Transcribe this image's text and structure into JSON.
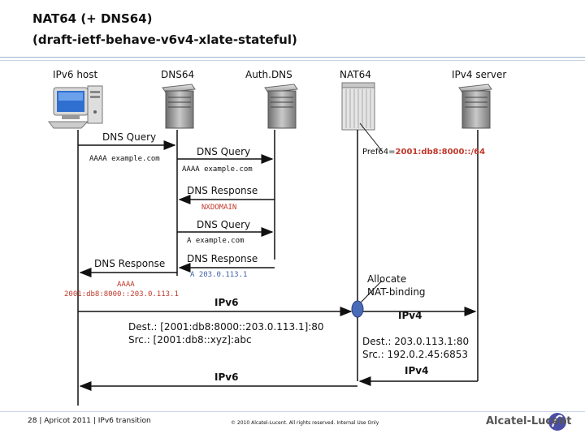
{
  "title": {
    "line1": "NAT64 (+ DNS64)",
    "line2": "(draft-ietf-behave-v6v4-xlate-stateful)"
  },
  "nodes": {
    "ipv6_host": "IPv6 host",
    "dns64": "DNS64",
    "auth_dns": "Auth.DNS",
    "nat64": "NAT64",
    "ipv4_server": "IPv4 server"
  },
  "messages": {
    "q1": "DNS Query",
    "q1_detail": "AAAA example.com",
    "q2": "DNS Query",
    "q2_detail": "AAAA example.com",
    "pref64_prefix": "Pref64=",
    "pref64_value": "2001:db8:8000::/64",
    "r1": "DNS Response",
    "r1_detail": "NXDOMAIN",
    "q3": "DNS Query",
    "q3_detail": "A example.com",
    "r2": "DNS Response",
    "r2_detail": "A 203.0.113.1",
    "r3": "DNS Response",
    "r3_detail1": "AAAA",
    "r3_detail2": "2001:db8:8000::203.0.113.1",
    "allocate": "Allocate\nNAT-binding",
    "ipv6_1": "IPv6",
    "ipv4_1": "IPv4",
    "dest_v6": "Dest.: [2001:db8:8000::203.0.113.1]:80",
    "src_v6": "Src.: [2001:db8::xyz]:abc",
    "dest_v4": "Dest.: 203.0.113.1:80",
    "src_v4": "Src.: 192.0.2.45:6853",
    "ipv4_2": "IPv4",
    "ipv6_2": "IPv6"
  },
  "footer": {
    "left": "28 | Apricot 2011 | IPv6 transition",
    "center": "© 2010 Alcatel-Lucent. All rights reserved. Internal Use Only",
    "logo": "Alcatel-Lucent"
  },
  "colors": {
    "rule": "#9fb3d0",
    "accent_red": "#c0392b",
    "accent_blue": "#3a5fa8",
    "binding_fill": "#4a6bb8"
  }
}
